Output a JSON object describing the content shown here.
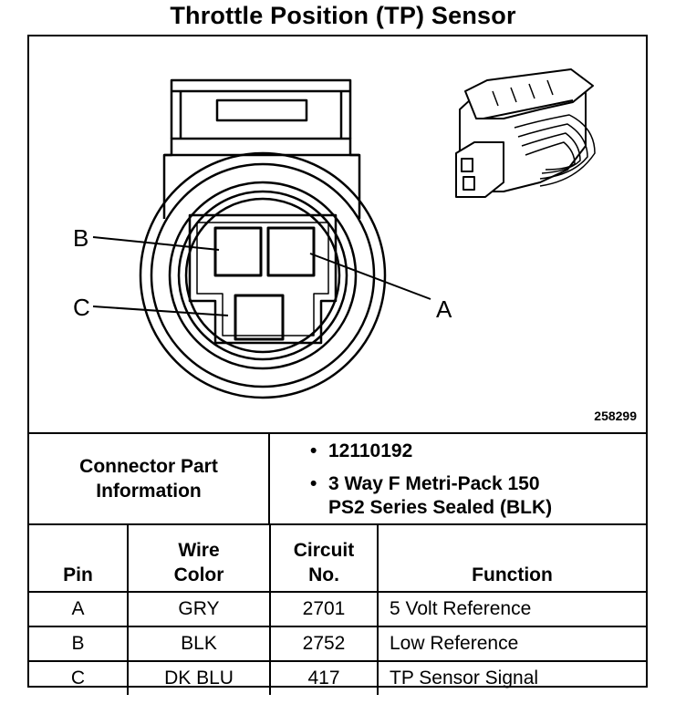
{
  "title": "Throttle Position (TP) Sensor",
  "figure": {
    "number": "258299",
    "callouts": [
      "A",
      "B",
      "C"
    ]
  },
  "connector": {
    "label_line1": "Connector Part",
    "label_line2": "Information",
    "part_number": "12110192",
    "description_line1": "3 Way F Metri-Pack 150",
    "description_line2": "PS2 Series Sealed (BLK)"
  },
  "table": {
    "headers": {
      "pin": "Pin",
      "wire_color_1": "Wire",
      "wire_color_2": "Color",
      "circuit_1": "Circuit",
      "circuit_2": "No.",
      "function": "Function"
    },
    "rows": [
      {
        "pin": "A",
        "color": "GRY",
        "circuit": "2701",
        "function": "5 Volt Reference"
      },
      {
        "pin": "B",
        "color": "BLK",
        "circuit": "2752",
        "function": "Low Reference"
      },
      {
        "pin": "C",
        "color": "DK BLU",
        "circuit": "417",
        "function": "TP Sensor Signal"
      }
    ]
  }
}
